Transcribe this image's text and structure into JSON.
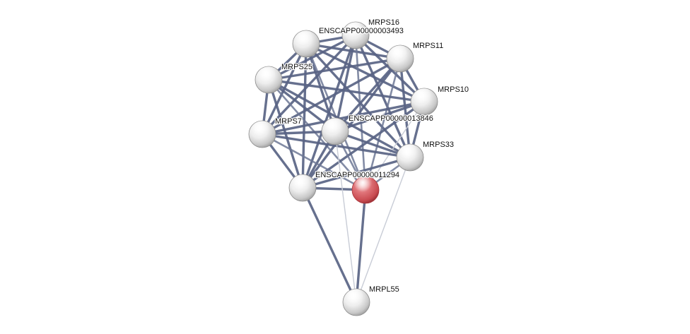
{
  "network": {
    "query_color": "#d9575c",
    "node_color": "#f2f2f2",
    "edge_color": "#5a6485",
    "nodes": [
      {
        "id": "ens3493",
        "label": "ENSCAPP00000003493",
        "query": false
      },
      {
        "id": "mrps16",
        "label": "MRPS16",
        "query": false
      },
      {
        "id": "mrps11",
        "label": "MRPS11",
        "query": false
      },
      {
        "id": "mrps25",
        "label": "MRPS25",
        "query": false
      },
      {
        "id": "mrps10",
        "label": "MRPS10",
        "query": false
      },
      {
        "id": "ens13846",
        "label": "ENSCAPP00000013846",
        "query": false
      },
      {
        "id": "mrps7",
        "label": "MRPS7",
        "query": false
      },
      {
        "id": "mrps33",
        "label": "MRPS33",
        "query": false
      },
      {
        "id": "ens11294",
        "label": "ENSCAPP00000011294",
        "query": false
      },
      {
        "id": "query",
        "label": "",
        "query": true
      },
      {
        "id": "mrpl55",
        "label": "MRPL55",
        "query": false
      }
    ],
    "edges": [
      [
        "ens3493",
        "mrps16",
        "strong"
      ],
      [
        "ens3493",
        "mrps11",
        "strong"
      ],
      [
        "ens3493",
        "mrps25",
        "strong"
      ],
      [
        "ens3493",
        "mrps10",
        "strong"
      ],
      [
        "ens3493",
        "ens13846",
        "strong"
      ],
      [
        "ens3493",
        "mrps7",
        "strong"
      ],
      [
        "ens3493",
        "mrps33",
        "strong"
      ],
      [
        "ens3493",
        "ens11294",
        "strong"
      ],
      [
        "ens3493",
        "query",
        "medium"
      ],
      [
        "mrps16",
        "mrps11",
        "strong"
      ],
      [
        "mrps16",
        "mrps25",
        "strong"
      ],
      [
        "mrps16",
        "mrps10",
        "strong"
      ],
      [
        "mrps16",
        "ens13846",
        "strong"
      ],
      [
        "mrps16",
        "mrps7",
        "strong"
      ],
      [
        "mrps16",
        "mrps33",
        "strong"
      ],
      [
        "mrps16",
        "ens11294",
        "strong"
      ],
      [
        "mrps16",
        "query",
        "medium"
      ],
      [
        "mrps11",
        "mrps25",
        "strong"
      ],
      [
        "mrps11",
        "mrps10",
        "strong"
      ],
      [
        "mrps11",
        "ens13846",
        "strong"
      ],
      [
        "mrps11",
        "mrps7",
        "strong"
      ],
      [
        "mrps11",
        "mrps33",
        "strong"
      ],
      [
        "mrps11",
        "ens11294",
        "strong"
      ],
      [
        "mrps11",
        "query",
        "medium"
      ],
      [
        "mrps25",
        "mrps10",
        "strong"
      ],
      [
        "mrps25",
        "ens13846",
        "strong"
      ],
      [
        "mrps25",
        "mrps7",
        "strong"
      ],
      [
        "mrps25",
        "mrps33",
        "strong"
      ],
      [
        "mrps25",
        "ens11294",
        "strong"
      ],
      [
        "mrps25",
        "query",
        "medium"
      ],
      [
        "mrps10",
        "ens13846",
        "strong"
      ],
      [
        "mrps10",
        "mrps7",
        "strong"
      ],
      [
        "mrps10",
        "mrps33",
        "strong"
      ],
      [
        "mrps10",
        "ens11294",
        "strong"
      ],
      [
        "mrps10",
        "query",
        "weak"
      ],
      [
        "ens13846",
        "mrps7",
        "strong"
      ],
      [
        "ens13846",
        "mrps33",
        "strong"
      ],
      [
        "ens13846",
        "ens11294",
        "strong"
      ],
      [
        "ens13846",
        "query",
        "medium"
      ],
      [
        "mrps7",
        "mrps33",
        "strong"
      ],
      [
        "mrps7",
        "ens11294",
        "strong"
      ],
      [
        "mrps7",
        "query",
        "medium"
      ],
      [
        "mrps33",
        "ens11294",
        "strong"
      ],
      [
        "mrps33",
        "query",
        "medium"
      ],
      [
        "ens11294",
        "query",
        "strong"
      ],
      [
        "ens11294",
        "mrpl55",
        "strong"
      ],
      [
        "query",
        "mrpl55",
        "strong"
      ],
      [
        "ens13846",
        "mrpl55",
        "weak"
      ],
      [
        "mrps33",
        "mrpl55",
        "weak"
      ]
    ]
  }
}
